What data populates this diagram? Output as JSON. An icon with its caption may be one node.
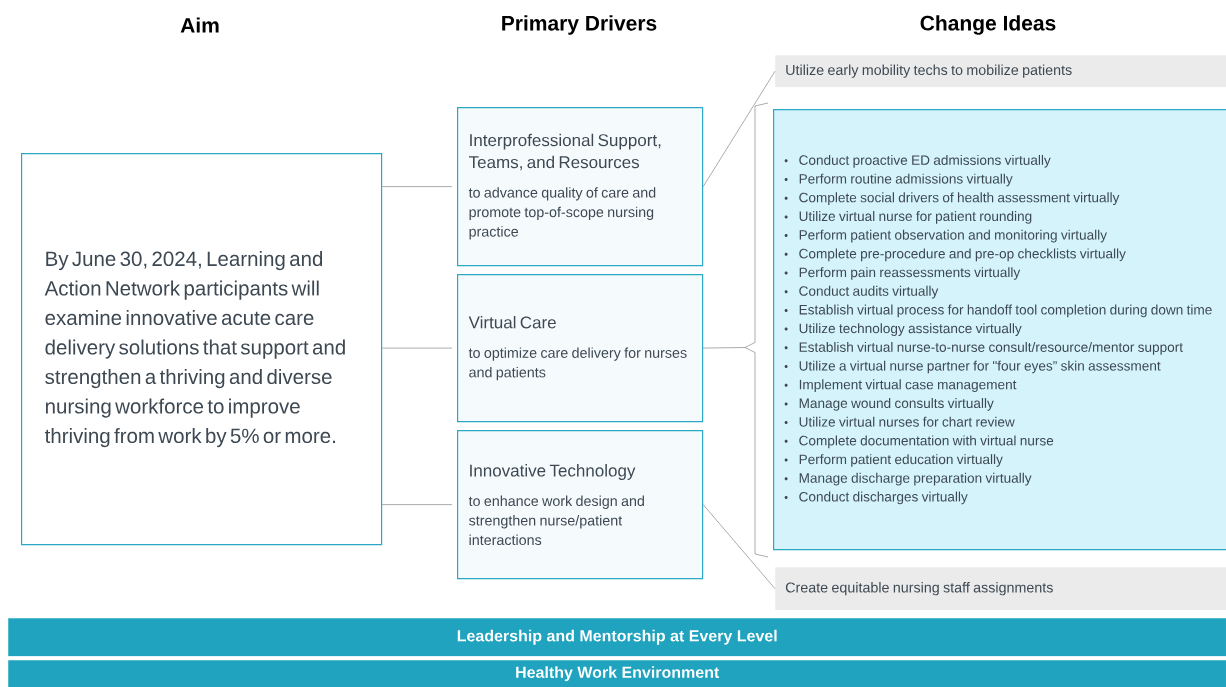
{
  "diagram": {
    "nodes": [
      {
        "text": [
          "By June 30, 2024, Learning and Action Network participants will examine innovative acute care delivery solutions that support and strengthen a thriving and diverse nursing workforce to improve thriving from work by 5% or more."
        ]
      },
      {
        "text": [
          "Interprofessional Support, Teams, and Resources",
          "to advance quality of care and promote top-of-scope nursing practice"
        ]
      },
      {
        "text": [
          "Virtual Care",
          "to optimize care delivery for nurses and patients"
        ]
      },
      {
        "text": [
          "Innovative Technology",
          "to enhance work design and strengthen nurse/patient interactions"
        ]
      },
      {
        "text": [
          "Utilize early mobility techs to mobilize patients"
        ]
      },
      {
        "text": [
          "Conduct proactive ED admissions virtually",
          "Perform routine admissions virtually",
          "Complete social drivers of health assessment virtually",
          "Utilize virtual nurse for patient rounding",
          "Perform patient observation and monitoring virtually",
          "Complete pre-procedure and pre-op checklists virtually",
          "Perform pain reassessments virtually",
          "Conduct audits virtually",
          "Establish virtual process for handoff tool completion during down time",
          "Utilize technology assistance virtually",
          "Establish virtual nurse-to-nurse consult/resource/mentor support",
          "Utilize a virtual nurse partner for \"four eyes” skin assessment",
          "Implement virtual case management",
          "Manage wound consults virtually",
          "Utilize virtual nurses for chart review",
          "Complete documentation with virtual nurse",
          "Perform patient education virtually",
          "Manage discharge preparation virtually",
          "Conduct discharges virtually"
        ]
      },
      {
        "text": [
          "Create equitable nursing staff assignments"
        ]
      },
      {
        "text": [
          "Leadership and Mentorship at Every Level"
        ]
      },
      {
        "text": [
          "Healthy Work Environment"
        ]
      }
    ],
    "edges": [
      {
        "from": 0,
        "to": 1,
        "arrow": "none"
      },
      {
        "from": 0,
        "to": 2,
        "arrow": "none"
      },
      {
        "from": 0,
        "to": 3,
        "arrow": "none"
      },
      {
        "from": 1,
        "to": 4,
        "arrow": "none"
      },
      {
        "from": 2,
        "to": 5,
        "arrow": "none"
      },
      {
        "from": 3,
        "to": 6,
        "arrow": "none"
      }
    ],
    "labels": [
      "Aim",
      "Primary Drivers",
      "Change Ideas"
    ]
  }
}
